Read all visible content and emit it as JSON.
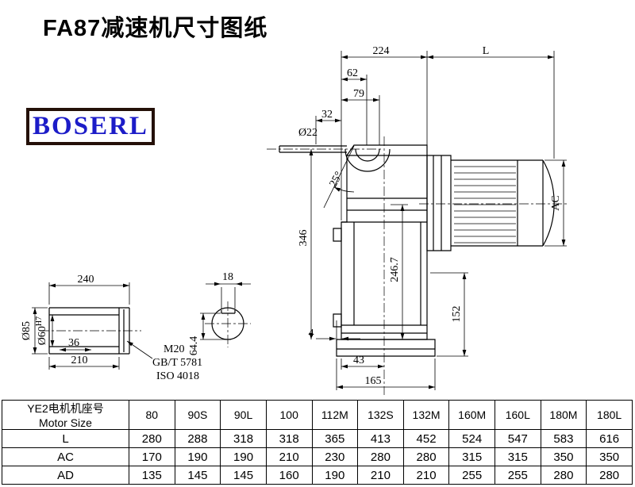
{
  "page": {
    "title": "FA87减速机尺寸图纸",
    "logo_text": "BOSERL"
  },
  "dims": {
    "d224": "224",
    "dL": "L",
    "d62": "62",
    "d79": "79",
    "d32": "32",
    "d22": "Ø22",
    "d25": "25°",
    "d346": "346",
    "d246_7": "246.7",
    "dAC": "AC",
    "d152": "152",
    "d4": "4",
    "d43": "43",
    "d165": "165",
    "d240": "240",
    "d18": "18",
    "d85": "Ø85",
    "d60": "Ø60",
    "d60tol": "H7",
    "d36": "36",
    "d210": "210",
    "m20": "M20",
    "gbt": "GB/T 5781",
    "iso": "ISO 4018",
    "d64_4": "64.4"
  },
  "table": {
    "header_cn": "YE2电机机座号",
    "header_en": "Motor Size",
    "columns": [
      "80",
      "90S",
      "90L",
      "100",
      "112M",
      "132S",
      "132M",
      "160M",
      "160L",
      "180M",
      "180L"
    ],
    "rows": [
      {
        "label": "L",
        "values": [
          "280",
          "288",
          "318",
          "318",
          "365",
          "413",
          "452",
          "524",
          "547",
          "583",
          "616"
        ]
      },
      {
        "label": "AC",
        "values": [
          "170",
          "190",
          "190",
          "210",
          "230",
          "280",
          "280",
          "315",
          "315",
          "350",
          "350"
        ]
      },
      {
        "label": "AD",
        "values": [
          "135",
          "145",
          "145",
          "160",
          "190",
          "210",
          "210",
          "255",
          "255",
          "280",
          "280"
        ]
      }
    ]
  }
}
